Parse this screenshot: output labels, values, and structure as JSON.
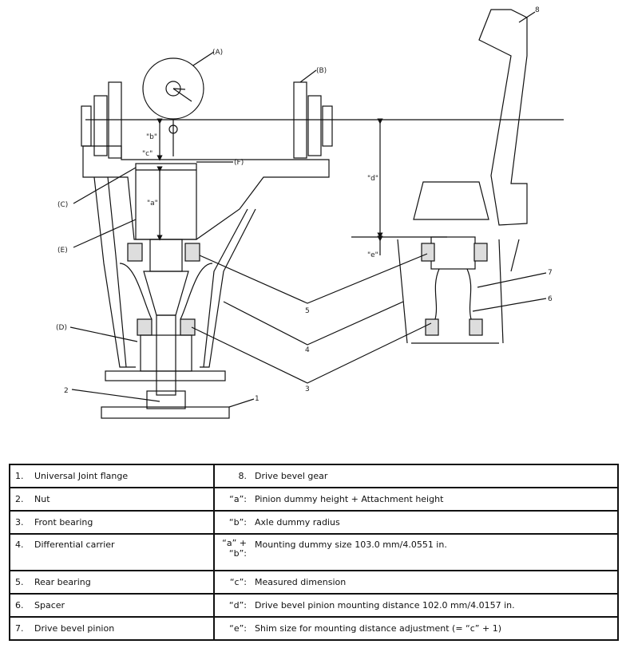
{
  "diagram": {
    "callouts": [
      "(A)",
      "(B)",
      "(C)",
      "(D)",
      "(E)",
      "(F)",
      "1",
      "2",
      "3",
      "4",
      "5",
      "6",
      "7",
      "8"
    ],
    "dims": [
      "\"a\"",
      "\"b\"",
      "\"c\"",
      "\"d\"",
      "\"e\""
    ]
  },
  "legend": {
    "rows": [
      {
        "num": "1.",
        "part": "Universal Joint flange",
        "code": "8.",
        "desc": "Drive bevel gear"
      },
      {
        "num": "2.",
        "part": "Nut",
        "code": "“a”:",
        "desc": "Pinion dummy height + Attachment height"
      },
      {
        "num": "3.",
        "part": "Front bearing",
        "code": "“b”:",
        "desc": "Axle dummy radius"
      },
      {
        "num": "4.",
        "part": "Differential carrier",
        "code": "“a” +\n“b”:",
        "desc": "Mounting dummy size 103.0 mm/4.0551 in."
      },
      {
        "num": "5.",
        "part": "Rear bearing",
        "code": "“c”:",
        "desc": "Measured dimension"
      },
      {
        "num": "6.",
        "part": "Spacer",
        "code": "“d”:",
        "desc": "Drive bevel pinion mounting distance 102.0 mm/4.0157 in."
      },
      {
        "num": "7.",
        "part": "Drive bevel pinion",
        "code": "“e”:",
        "desc": "Shim size for mounting distance adjustment (= “c” + 1)"
      }
    ]
  }
}
